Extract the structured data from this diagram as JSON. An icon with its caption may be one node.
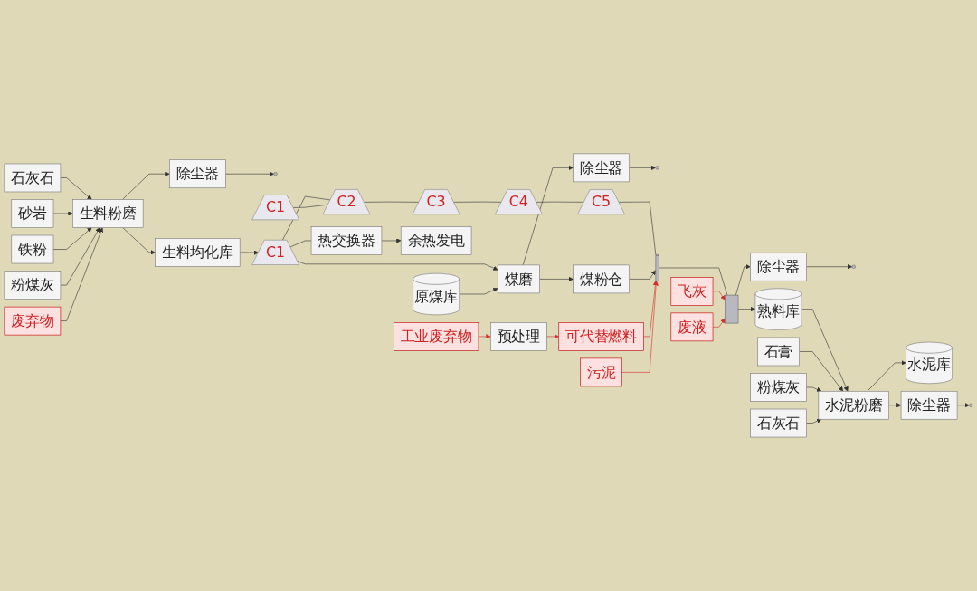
{
  "diagram": {
    "nodes": [
      {
        "text": [
          "石灰石"
        ]
      },
      {
        "text": [
          "砂岩"
        ]
      },
      {
        "text": [
          "铁粉"
        ]
      },
      {
        "text": [
          "粉煤灰"
        ]
      },
      {
        "text": [
          "废弃物"
        ]
      },
      {
        "text": [
          "生料粉磨"
        ]
      },
      {
        "text": [
          "除尘器"
        ]
      },
      {
        "text": [],
        "shape": "fan"
      },
      {
        "text": [
          "生料均化库"
        ]
      },
      {
        "text": [
          "C1"
        ]
      },
      {
        "text": [
          "C1"
        ]
      },
      {
        "text": [
          "C2"
        ]
      },
      {
        "text": [
          "C3"
        ]
      },
      {
        "text": [
          "C4"
        ]
      },
      {
        "text": [
          "C5"
        ]
      },
      {
        "text": [
          "热交换器"
        ]
      },
      {
        "text": [
          "余热发电"
        ]
      },
      {
        "text": [
          "煤磨"
        ]
      },
      {
        "text": [
          "原煤库"
        ]
      },
      {
        "text": [
          "除尘器"
        ]
      },
      {
        "text": [],
        "shape": "fan"
      },
      {
        "text": [
          "煤粉仓"
        ]
      },
      {
        "text": [
          "除尘器"
        ]
      },
      {
        "text": [],
        "shape": "fan"
      },
      {
        "text": [
          "工业废弃物"
        ]
      },
      {
        "text": [
          "预处理"
        ]
      },
      {
        "text": [
          "可代替燃料"
        ]
      },
      {
        "text": [
          "污泥"
        ]
      },
      {
        "text": [],
        "shape": "cylinder"
      },
      {
        "text": [],
        "shape": "box"
      },
      {
        "text": [
          "飞灰"
        ]
      },
      {
        "text": [
          "废液"
        ]
      },
      {
        "text": [
          "熟料库"
        ]
      },
      {
        "text": [
          "石膏"
        ]
      },
      {
        "text": [
          "粉煤灰"
        ]
      },
      {
        "text": [
          "石灰石"
        ]
      },
      {
        "text": [
          "水泥粉磨"
        ]
      },
      {
        "text": [
          "水泥库"
        ]
      },
      {
        "text": [
          "除尘器"
        ]
      },
      {
        "text": [],
        "shape": "fan"
      }
    ],
    "edges": [
      {
        "from": 0,
        "to": 5,
        "arrow": "to"
      },
      {
        "from": 1,
        "to": 5,
        "arrow": "to"
      },
      {
        "from": 2,
        "to": 5,
        "arrow": "to"
      },
      {
        "from": 3,
        "to": 5,
        "arrow": "to"
      },
      {
        "from": 4,
        "to": 5,
        "arrow": "to"
      },
      {
        "from": 5,
        "to": 8,
        "arrow": "to"
      },
      {
        "from": 5,
        "to": 6,
        "arrow": "to"
      },
      {
        "from": 6,
        "to": 7,
        "arrow": "to"
      },
      {
        "from": 8,
        "to": 9,
        "arrow": "to"
      },
      {
        "from": 9,
        "to": 11,
        "arrow": "none"
      },
      {
        "from": 10,
        "to": 11,
        "arrow": "none"
      },
      {
        "from": 11,
        "to": 12,
        "arrow": "none"
      },
      {
        "from": 12,
        "to": 13,
        "arrow": "none"
      },
      {
        "from": 13,
        "to": 14,
        "arrow": "none"
      },
      {
        "from": 14,
        "to": 28,
        "arrow": "none"
      },
      {
        "from": 9,
        "to": 15,
        "arrow": "none"
      },
      {
        "from": 15,
        "to": 16,
        "arrow": "to"
      },
      {
        "from": 9,
        "to": 17,
        "arrow": "to"
      },
      {
        "from": 18,
        "to": 17,
        "arrow": "to"
      },
      {
        "from": 17,
        "to": 19,
        "arrow": "to"
      },
      {
        "from": 19,
        "to": 20,
        "arrow": "to"
      },
      {
        "from": 17,
        "to": 21,
        "arrow": "to"
      },
      {
        "from": 21,
        "to": 28,
        "arrow": "to"
      },
      {
        "from": 28,
        "to": 29,
        "arrow": "none"
      },
      {
        "from": 29,
        "to": 22,
        "arrow": "to"
      },
      {
        "from": 22,
        "to": 23,
        "arrow": "to"
      },
      {
        "from": 24,
        "to": 25,
        "arrow": "to",
        "color": "#d03030"
      },
      {
        "from": 25,
        "to": 26,
        "arrow": "to",
        "color": "#d03030"
      },
      {
        "from": 26,
        "to": 28,
        "arrow": "to",
        "color": "#d03030"
      },
      {
        "from": 27,
        "to": 28,
        "arrow": "to",
        "color": "#d03030"
      },
      {
        "from": 30,
        "to": 29,
        "arrow": "to",
        "color": "#d03030"
      },
      {
        "from": 31,
        "to": 29,
        "arrow": "to",
        "color": "#d03030"
      },
      {
        "from": 29,
        "to": 32,
        "arrow": "to"
      },
      {
        "from": 32,
        "to": 36,
        "arrow": "to"
      },
      {
        "from": 33,
        "to": 36,
        "arrow": "to"
      },
      {
        "from": 34,
        "to": 36,
        "arrow": "to"
      },
      {
        "from": 35,
        "to": 36,
        "arrow": "to"
      },
      {
        "from": 36,
        "to": 37,
        "arrow": "to"
      },
      {
        "from": 36,
        "to": 38,
        "arrow": "to"
      },
      {
        "from": 38,
        "to": 39,
        "arrow": "to"
      }
    ]
  }
}
